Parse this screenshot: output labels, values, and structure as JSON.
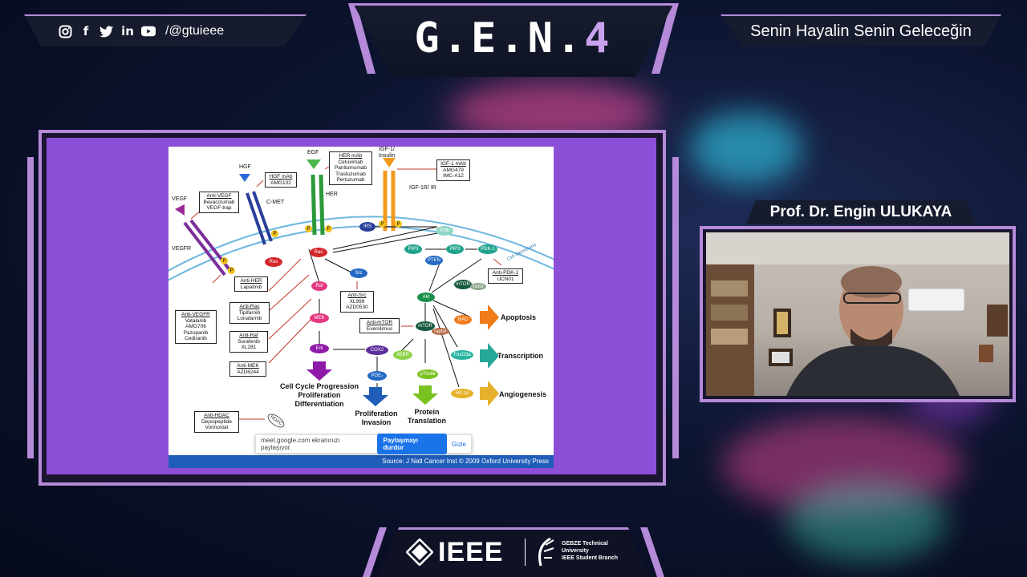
{
  "header": {
    "social_handle": "/@gtuieee",
    "logo_text_a": "G.E.N.",
    "logo_text_b": "4",
    "slogan": "Senin Hayalin Senin Geleceğin"
  },
  "icons": {
    "instagram": "instagram-icon",
    "facebook": "facebook-icon",
    "twitter": "twitter-icon",
    "linkedin": "linkedin-icon",
    "youtube": "youtube-icon"
  },
  "colors": {
    "accent": "#b58ad8",
    "share_bg": "#8d4fd8",
    "stop_button": "#1a73e8"
  },
  "slide": {
    "ligands": {
      "vegf": "VEGF",
      "hgf": "HGF",
      "egf": "EGF",
      "igf": "IGF-1/ Insulin"
    },
    "receptors": {
      "vegfr": "VEGFR",
      "cmet": "C-MET",
      "her": "HER",
      "igf1r": "IGF-1R/ IR"
    },
    "membrane_label": "Cell Membrane",
    "drug_boxes": [
      {
        "title": "Anti-VEGF",
        "lines": [
          "Bevacizumab",
          "VEGF-trap"
        ]
      },
      {
        "title": "HGF mAb",
        "lines": [
          "AMG102"
        ]
      },
      {
        "title": "HER mAb",
        "lines": [
          "Cetuximab",
          "Panitumumab",
          "Trastuzumab",
          "Pertuzumab"
        ]
      },
      {
        "title": "IGF-1 mAb",
        "lines": [
          "AMG479",
          "IMC-A12"
        ]
      },
      {
        "title": "Anti-HER",
        "lines": [
          "Lapatinib"
        ]
      },
      {
        "title": "Anti-Ras",
        "lines": [
          "Tipifarnib",
          "Lonafarnib"
        ]
      },
      {
        "title": "Anti-Raf",
        "lines": [
          "Sorafenib",
          "XL281"
        ]
      },
      {
        "title": "Anti-MEK",
        "lines": [
          "AZD6244"
        ]
      },
      {
        "title": "Anti-VEGFR",
        "lines": [
          "Vatalanib",
          "AMG706",
          "Pazopanib",
          "Cediranib"
        ]
      },
      {
        "title": "Anti-Src",
        "lines": [
          "XL999",
          "AZD0530"
        ]
      },
      {
        "title": "Anti-mTOR",
        "lines": [
          "Everolimus"
        ]
      },
      {
        "title": "Anti-PDK-1",
        "lines": [
          "UCN01"
        ]
      },
      {
        "title": "Anti-HDAC",
        "lines": [
          "Depsipeptide",
          "Vorinostat"
        ]
      }
    ],
    "nodes": {
      "ras": "Ras",
      "ras2": "Ras",
      "raf": "Raf",
      "mek": "MEK",
      "erk": "Erk",
      "src": "Src",
      "irs": "IRS",
      "pi3k": "PI3k",
      "pip3a": "PIP3",
      "pip3b": "PIP3",
      "pdk1": "PDK-1",
      "pten": "PTEN",
      "mtor_rictor": "mTOR",
      "rictor": "rictor",
      "akt": "Akt",
      "mtor_raptor": "mTOR",
      "raptor": "raptor",
      "bad": "BAD",
      "cox2": "COX2",
      "pge2": "PGE₂",
      "ebp": "4EBP",
      "p70": "p70s6k",
      "foxo": "FoxO3a",
      "hif": "Hif-1α",
      "hdac": "HDAC",
      "p": "P"
    },
    "outcomes": {
      "apoptosis": "Apoptosis",
      "transcription": "Transcription",
      "angiogenesis": "Angiogenesis",
      "cell_cycle": "Cell Cycle Progression\nProliferation\nDifferentiation",
      "proliferation": "Proliferation\nInvasion",
      "protein": "Protein\nTranslation"
    },
    "source": "Source: J Natl Cancer Inst © 2009 Oxford University Press"
  },
  "share_notice": {
    "text": "meet.google.com ekranınızı paylaşıyor.",
    "stop_label": "Paylaşmayı durdur",
    "hide_label": "Gizle"
  },
  "speaker": {
    "name": "Prof. Dr. Engin ULUKAYA"
  },
  "footer": {
    "ieee": "IEEE",
    "gtu_line1": "GEBZE Technical",
    "gtu_line2": "University",
    "gtu_line3": "IEEE Student Branch"
  }
}
